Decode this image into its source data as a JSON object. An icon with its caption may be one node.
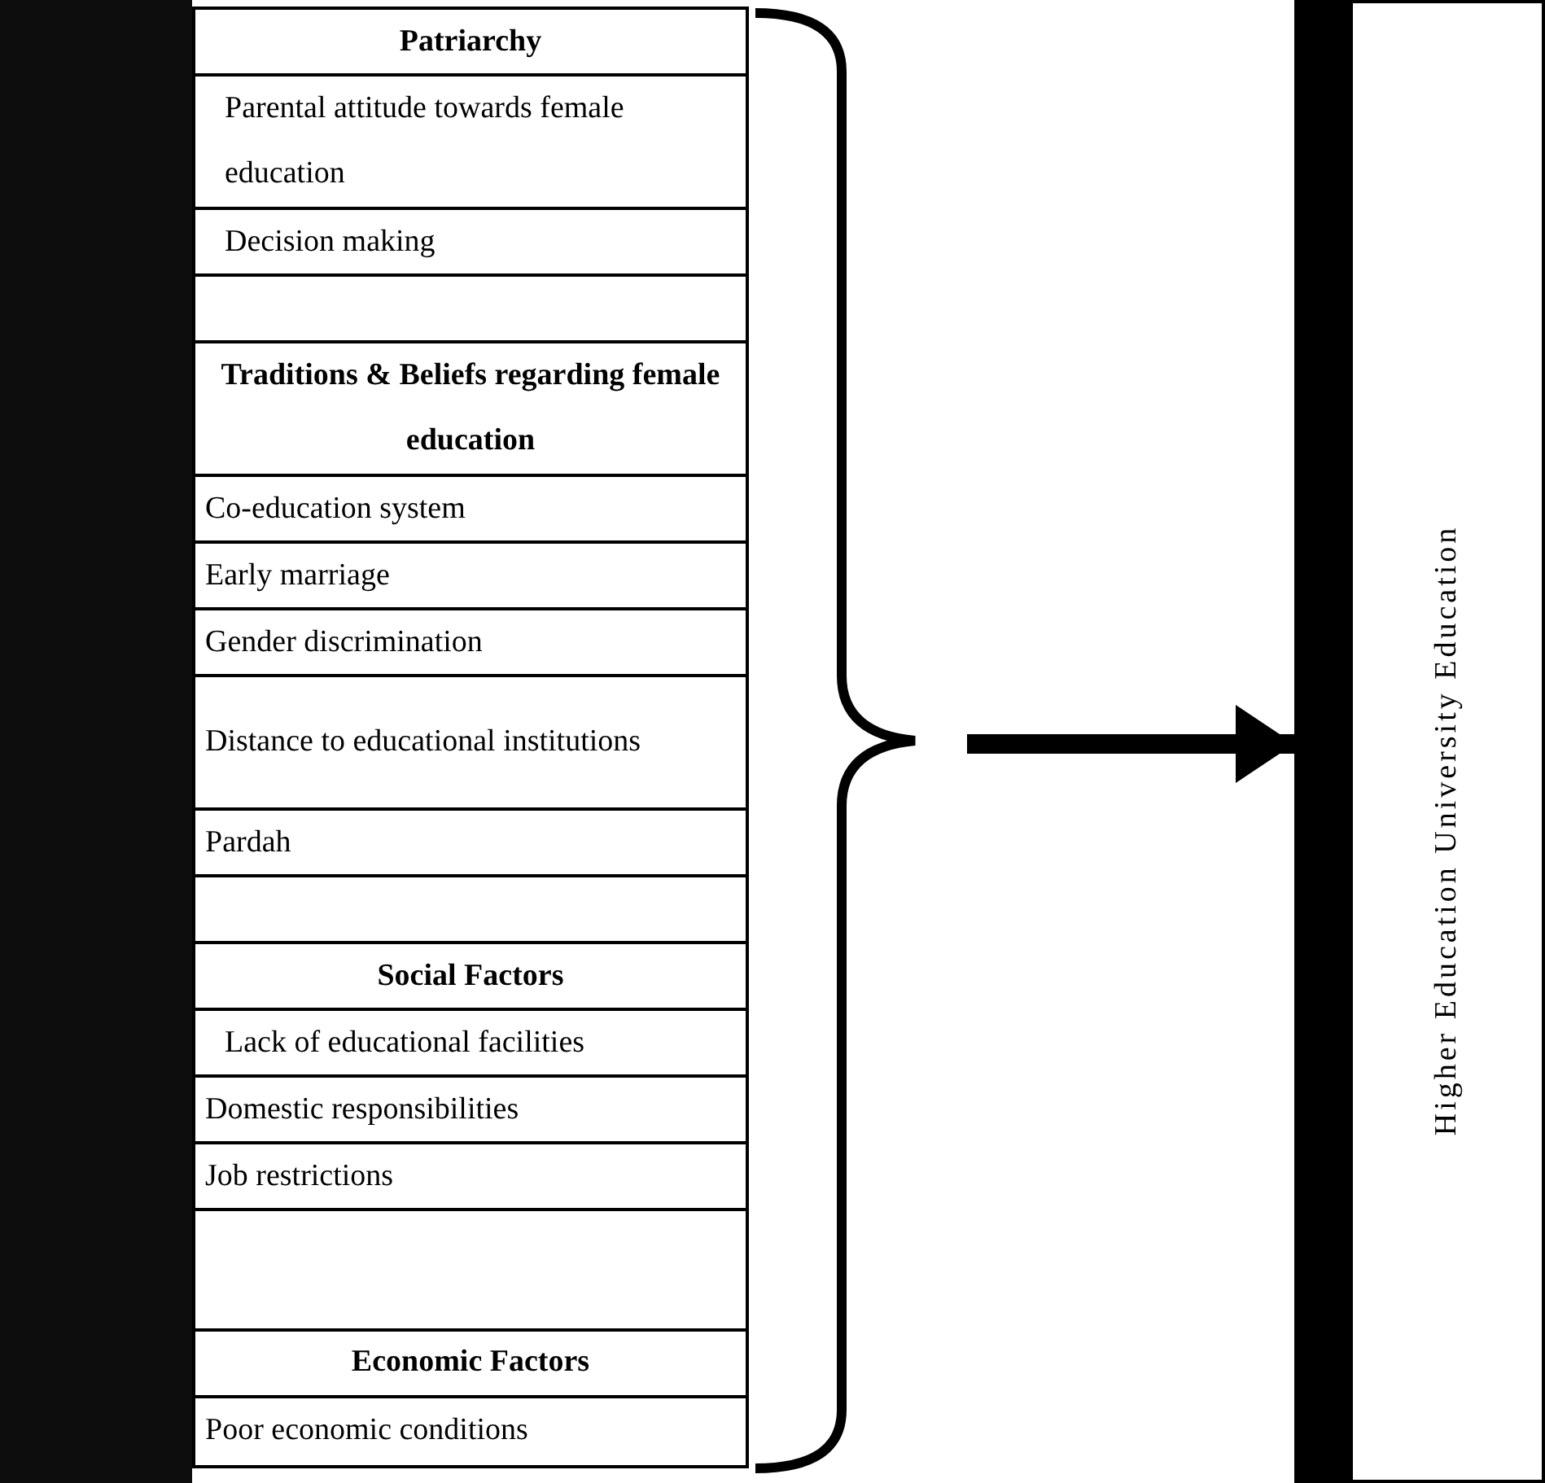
{
  "diagram": {
    "nodes": [
      {
        "text": [],
        "shape": "box"
      },
      {
        "text": [
          "Patriarchy"
        ],
        "in": 0
      },
      {
        "text": [
          "Parental attitude towards female education"
        ],
        "in": 0
      },
      {
        "text": [
          "Decision making"
        ],
        "in": 0
      },
      {
        "text": [],
        "shape": "box",
        "in": 0
      },
      {
        "text": [
          "Traditions & Beliefs regarding female education"
        ],
        "in": 0
      },
      {
        "text": [
          "Co-education system"
        ],
        "in": 0
      },
      {
        "text": [
          "Early marriage"
        ],
        "in": 0
      },
      {
        "text": [
          "Gender discrimination"
        ],
        "in": 0
      },
      {
        "text": [
          "Distance to educational institutions"
        ],
        "in": 0
      },
      {
        "text": [
          "Pardah"
        ],
        "in": 0
      },
      {
        "text": [],
        "shape": "box",
        "in": 0
      },
      {
        "text": [
          "Social Factors"
        ],
        "in": 0
      },
      {
        "text": [
          "Lack of educational facilities"
        ],
        "in": 0
      },
      {
        "text": [
          "Domestic responsibilities"
        ],
        "in": 0
      },
      {
        "text": [
          "Job restrictions"
        ],
        "in": 0
      },
      {
        "text": [],
        "shape": "box",
        "in": 0
      },
      {
        "text": [
          "Economic Factors"
        ],
        "in": 0
      },
      {
        "text": [
          "Poor economic conditions"
        ],
        "in": 0
      },
      {
        "text": [],
        "shape": "bracket"
      },
      {
        "text": [
          "Higher Education University Education"
        ]
      }
    ],
    "edges": [
      {
        "from": 19,
        "to": 20,
        "arrow": "to"
      }
    ]
  }
}
